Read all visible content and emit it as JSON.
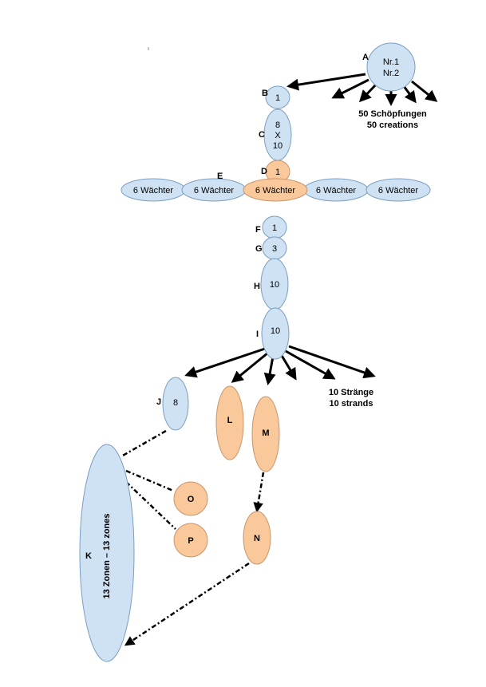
{
  "labels": {
    "A": "A",
    "B": "B",
    "C": "C",
    "D": "D",
    "E": "E",
    "F": "F",
    "G": "G",
    "H": "H",
    "I": "I",
    "J": "J",
    "K": "K",
    "L": "L",
    "M": "M",
    "N": "N",
    "O": "O",
    "P": "P"
  },
  "nodes": {
    "A_line1": "Nr.1",
    "A_line2": "Nr.2",
    "B": "1",
    "C_line1": "8",
    "C_line2": "X",
    "C_line3": "10",
    "D": "1",
    "F": "1",
    "G": "3",
    "H": "10",
    "I": "10",
    "J": "8",
    "K": "13 Zonen – 13 zones"
  },
  "guardians": [
    "6 Wächter",
    "6 Wächter",
    "6 Wächter",
    "6 Wächter",
    "6 Wächter"
  ],
  "annotations": {
    "creations_de": "50 Schöpfungen",
    "creations_en": "50 creations",
    "strands_de": "10 Stränge",
    "strands_en": "10 strands"
  },
  "colors": {
    "blue_fill": "#cfe2f3",
    "orange_fill": "#f9c89b"
  }
}
